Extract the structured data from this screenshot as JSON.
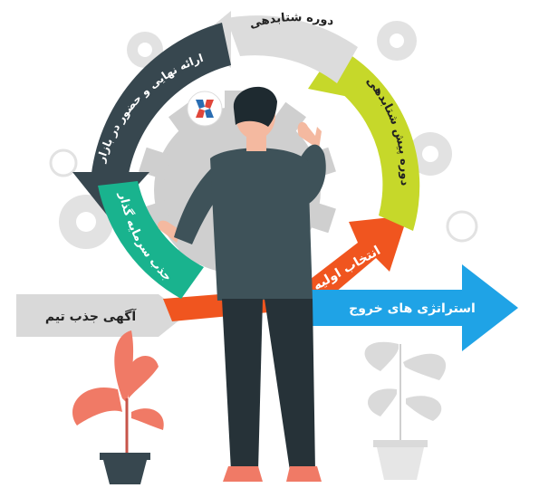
{
  "diagram": {
    "stages": [
      {
        "id": "team-ad",
        "label": "آگهی جذب تیم",
        "color": "#d9d9d9",
        "text_color": "#222222"
      },
      {
        "id": "initial-selection",
        "label": "انتخاب اولیه",
        "color": "#f0551f",
        "text_color": "#ffffff"
      },
      {
        "id": "pre-acceleration",
        "label": "دوره پیش شتابدهی",
        "color": "#c6d82a",
        "text_color": "#222222"
      },
      {
        "id": "acceleration",
        "label": "دوره شتابدهی",
        "color": "#dcdcdc",
        "text_color": "#222222"
      },
      {
        "id": "final-presentation",
        "label": "ارائه نهایی و حضور در بازار",
        "color": "#37474f",
        "text_color": "#ffffff"
      },
      {
        "id": "investor-attraction",
        "label": "جذب سرمایه گذار",
        "color": "#19b38e",
        "text_color": "#ffffff"
      },
      {
        "id": "exit-strategies",
        "label": "استراتژی های خروج",
        "color": "#1fa3e6",
        "text_color": "#ffffff"
      }
    ]
  },
  "colors": {
    "gear": "#e2e2e2",
    "central_gear": "#cfcfcf",
    "jacket": "#3e5259",
    "pants": "#263238",
    "hair": "#1e2a30",
    "skin": "#f4b9a0",
    "plant_red": "#f07a66",
    "plant_gray": "#dadada",
    "logo_blue": "#2a6db2",
    "logo_red": "#e0463a"
  }
}
